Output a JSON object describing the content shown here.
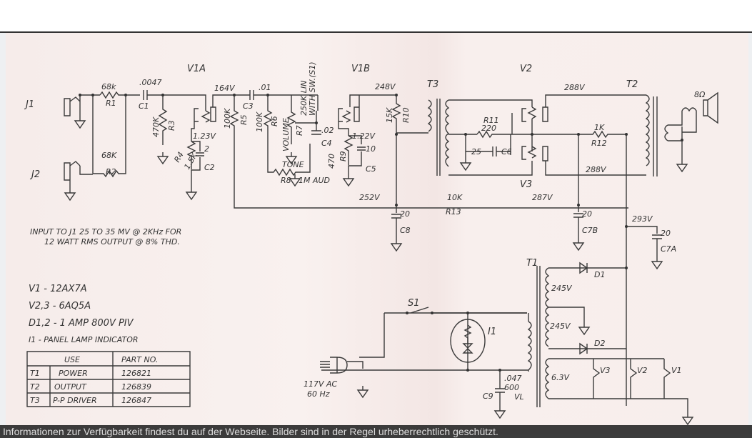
{
  "labels": {
    "v1a": "V1A",
    "v1b": "V1B",
    "v2": "V2",
    "v3": "V3",
    "t3": "T3",
    "t2": "T2",
    "t1": "T1",
    "j1": "J1",
    "j2": "J2",
    "r1_val": "68k",
    "r1": "R1",
    "r2_val": "68K",
    "r2": "R2",
    "c1_val": ".0047",
    "c1": "C1",
    "r3_val": "470K",
    "r3": "R3",
    "v164": "164V",
    "c3_val": ".01",
    "c3": "C3",
    "r5_val": "100K",
    "r5": "R5",
    "r6_val": "100K",
    "r6": "R6",
    "r7": "R7",
    "volume": "VOLUME",
    "pot_note_1": "250K LIN",
    "pot_note_2": "WITH SW.(S1)",
    "c4_val": ".02",
    "c4": "C4",
    "tone": "TONE",
    "r8": "R8",
    "r8_val": "1M AUD",
    "v123": "1.23V",
    "r4": "R4",
    "r4_val": "1.5K",
    "c2_val": "2",
    "c2": "C2",
    "v248": "248V",
    "v122": "1.22V",
    "r9": "R9",
    "r9_val": "470",
    "c5_val": "10",
    "c5": "C5",
    "r10_val": "15K",
    "r10": "R10",
    "v252": "252V",
    "c8_val": "20",
    "c8": "C8",
    "r13_val": "10K",
    "r13": "R13",
    "v287": "287V",
    "c7b_val": "20",
    "c7b": "C7B",
    "r11": "R11",
    "r11_val": "220",
    "c6_val": "25",
    "c6": "C6",
    "v288_top": "288V",
    "v288_bot": "288V",
    "r12_val": "1K",
    "r12": "R12",
    "speaker": "8Ω",
    "v293": "293V",
    "c7a_val": "20",
    "c7a": "C7A",
    "d1": "D1",
    "d2": "D2",
    "v245a": "245V",
    "v245b": "245V",
    "v63": "6.3V",
    "h_v3": "V3",
    "h_v2": "V2",
    "h_v1": "V1",
    "s1": "S1",
    "i1": "I1",
    "ac_1": "117V AC",
    "ac_2": "60 Hz",
    "c9": "C9",
    "c9_val_1": ".047",
    "c9_val_2": "600",
    "c9_val_3": "VL"
  },
  "notes": {
    "input_1": "INPUT TO J1  25 TO 35 MV @ 2KHz FOR",
    "input_2": "12 WATT RMS OUTPUT @ 8% THD.",
    "legend": [
      "V1 - 12AX7A",
      "V2,3 - 6AQ5A",
      "D1,2 - 1 AMP 800V PIV",
      "I1 - PANEL LAMP INDICATOR"
    ]
  },
  "parts_table": {
    "headers": [
      "USE",
      "PART NO."
    ],
    "rows": [
      {
        "id": "T1",
        "use": "POWER",
        "part": "126821"
      },
      {
        "id": "T2",
        "use": "OUTPUT",
        "part": "126839"
      },
      {
        "id": "T3",
        "use": "P-P DRIVER",
        "part": "126847"
      }
    ]
  },
  "caption": "Informationen zur Verfügbarkeit findest du auf der Webseite. Bilder sind in der Regel urheberrechtlich geschützt."
}
